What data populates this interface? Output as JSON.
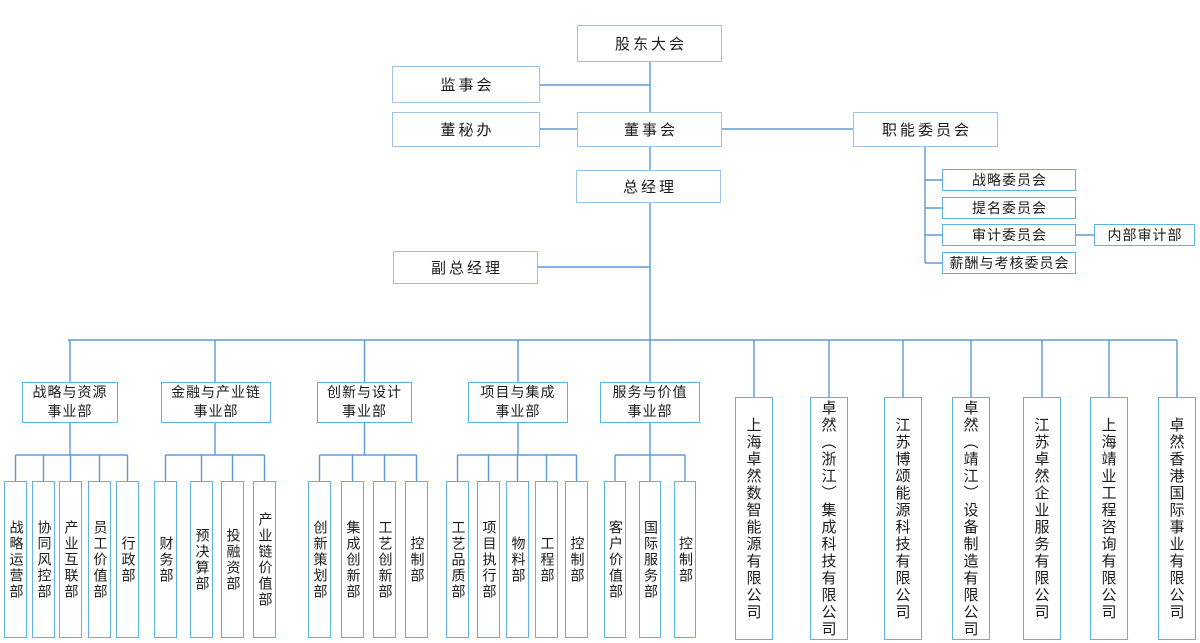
{
  "colors": {
    "line": "#5b9bd5",
    "box_border_soft": "#9dc3e6",
    "box_border_bright": "#5fb2e8",
    "text": "#1b1b1b",
    "background": "#ffffff"
  },
  "governance": {
    "shareholders_meeting": "股东大会",
    "supervisory_board": "监事会",
    "board_secretary_office": "董秘办",
    "board_of_directors": "董事会",
    "functional_committees": "职能委员会",
    "general_manager": "总经理",
    "deputy_general_manager": "副总经理",
    "committees": [
      "战略委员会",
      "提名委员会",
      "审计委员会",
      "薪酬与考核委员会"
    ],
    "internal_audit_dept": "内部审计部"
  },
  "divisions": [
    {
      "name": "战略与资源事业部",
      "label_lines": [
        "战略与资源",
        "事业部"
      ],
      "departments": [
        "战略运营部",
        "协同风控部",
        "产业互联部",
        "员工价值部",
        "行政部"
      ]
    },
    {
      "name": "金融与产业链事业部",
      "label_lines": [
        "金融与产业链",
        "事业部"
      ],
      "departments": [
        "财务部",
        "预决算部",
        "投融资部",
        "产业链价值部"
      ]
    },
    {
      "name": "创新与设计事业部",
      "label_lines": [
        "创新与设计",
        "事业部"
      ],
      "departments": [
        "创新策划部",
        "集成创新部",
        "工艺创新部",
        "控制部"
      ]
    },
    {
      "name": "项目与集成事业部",
      "label_lines": [
        "项目与集成",
        "事业部"
      ],
      "departments": [
        "工艺品质部",
        "项目执行部",
        "物料部",
        "工程部",
        "控制部"
      ]
    },
    {
      "name": "服务与价值事业部",
      "label_lines": [
        "服务与价值",
        "事业部"
      ],
      "departments": [
        "客户价值部",
        "国际服务部",
        "控制部"
      ]
    }
  ],
  "subsidiaries": [
    "上海卓然数智能源有限公司",
    "卓然（浙江）集成科技有限公司",
    "江苏博颂能源科技有限公司",
    "卓然（靖江）设备制造有限公司",
    "江苏卓然企业服务有限公司",
    "上海靖业工程咨询有限公司",
    "卓然香港国际事业有限公司"
  ]
}
